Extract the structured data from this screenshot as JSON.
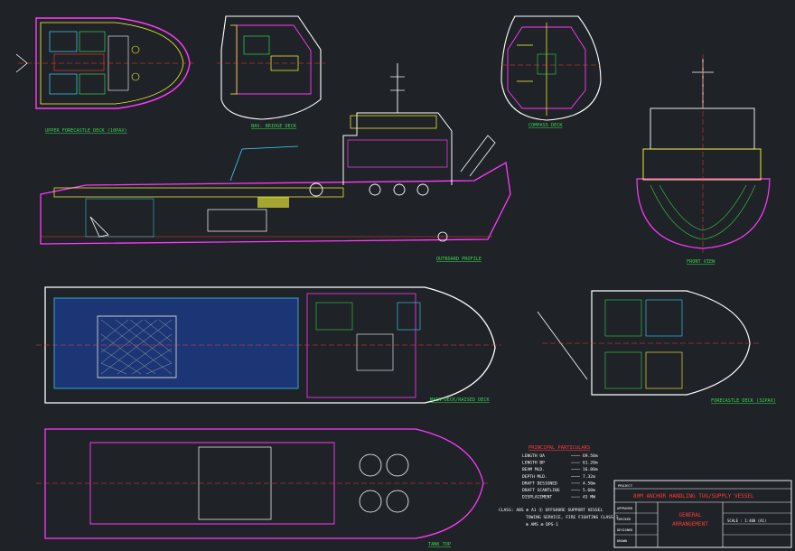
{
  "views": {
    "upper_forecastle": "UPPER FORECASTLE DECK (10PAX)",
    "bridge_deck": "NAV. BRIDGE DECK",
    "compass_deck": "COMPASS DECK",
    "outboard_profile": "OUTBOARD PROFILE",
    "front_view": "FRONT VIEW",
    "main_deck": "MAIN DECK/RAISED DECK",
    "forecastle_deck": "FORECASTLE DECK (32PAX)",
    "tank_top": "TANK TOP"
  },
  "principal_particulars": {
    "title": "PRINCIPAL PARTICULARS",
    "rows": [
      {
        "label": "LENGTH OA",
        "value": "69.50m"
      },
      {
        "label": "LENGTH BP",
        "value": "61.20m"
      },
      {
        "label": "BEAM MLD.",
        "value": "16.80m"
      },
      {
        "label": "DEPTH MLD.",
        "value": "7.32m"
      },
      {
        "label": "DRAFT DESIGNED",
        "value": "4.50m"
      },
      {
        "label": "DRAFT SCANTLING",
        "value": "5.60m"
      },
      {
        "label": "DISPLACEMENT",
        "value": "43 MW"
      }
    ]
  },
  "class_notes": {
    "line1": "CLASS: ABS ✠ A1 Ⓔ OFFSHORE SUPPORT VESSEL",
    "line2": "TOWING SERVICE, FIRE FIGHTING CLASS 1",
    "line3": "✠ AMS ✠ DPS-1"
  },
  "title_block": {
    "project_label": "PROJECT",
    "project": "80M ANCHOR HANDLING TUG/SUPPLY VESSEL",
    "drawing_title_line1": "GENERAL",
    "drawing_title_line2": "ARRANGEMENT",
    "scale": "SCALE : 1:400 (A1)",
    "row_labels": [
      "APPROVED",
      "CHECKED",
      "DESIGNED",
      "DRAWN"
    ]
  },
  "colors": {
    "background": "#1f2226",
    "hull": "#ff3bff",
    "structure": "#ffff3a",
    "labels": "#39d353",
    "centerline": "#ff3b3b",
    "cyan": "#3ad7ff",
    "white": "#ffffff"
  }
}
